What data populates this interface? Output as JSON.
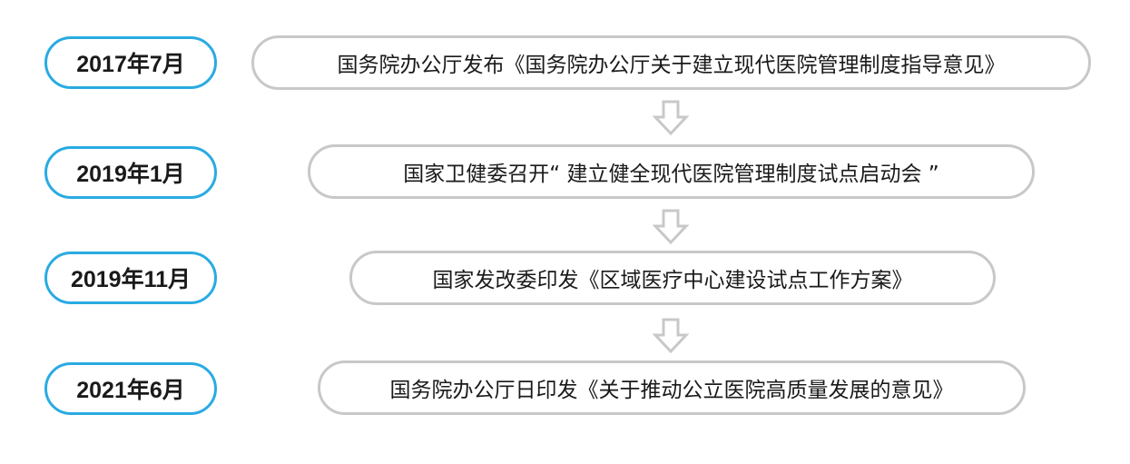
{
  "timeline": [
    {
      "date": "2017年7月",
      "event": "国务院办公厅发布《国务院办公厅关于建立现代医院管理制度指导意见》"
    },
    {
      "date": "2019年1月",
      "event": "国家卫健委召开“ 建立健全现代医院管理制度试点启动会 ”"
    },
    {
      "date": "2019年11月",
      "event": "国家发改委印发《区域医疗中心建设试点工作方案》"
    },
    {
      "date": "2021年6月",
      "event": "国务院办公厅日印发《关于推动公立医院高质量发展的意见》"
    }
  ],
  "colors": {
    "date_border": "#29abe2",
    "event_border": "#c8c8c8",
    "arrow_stroke": "#c8c8c8"
  },
  "icons": {
    "connector": "down-arrow-icon"
  }
}
